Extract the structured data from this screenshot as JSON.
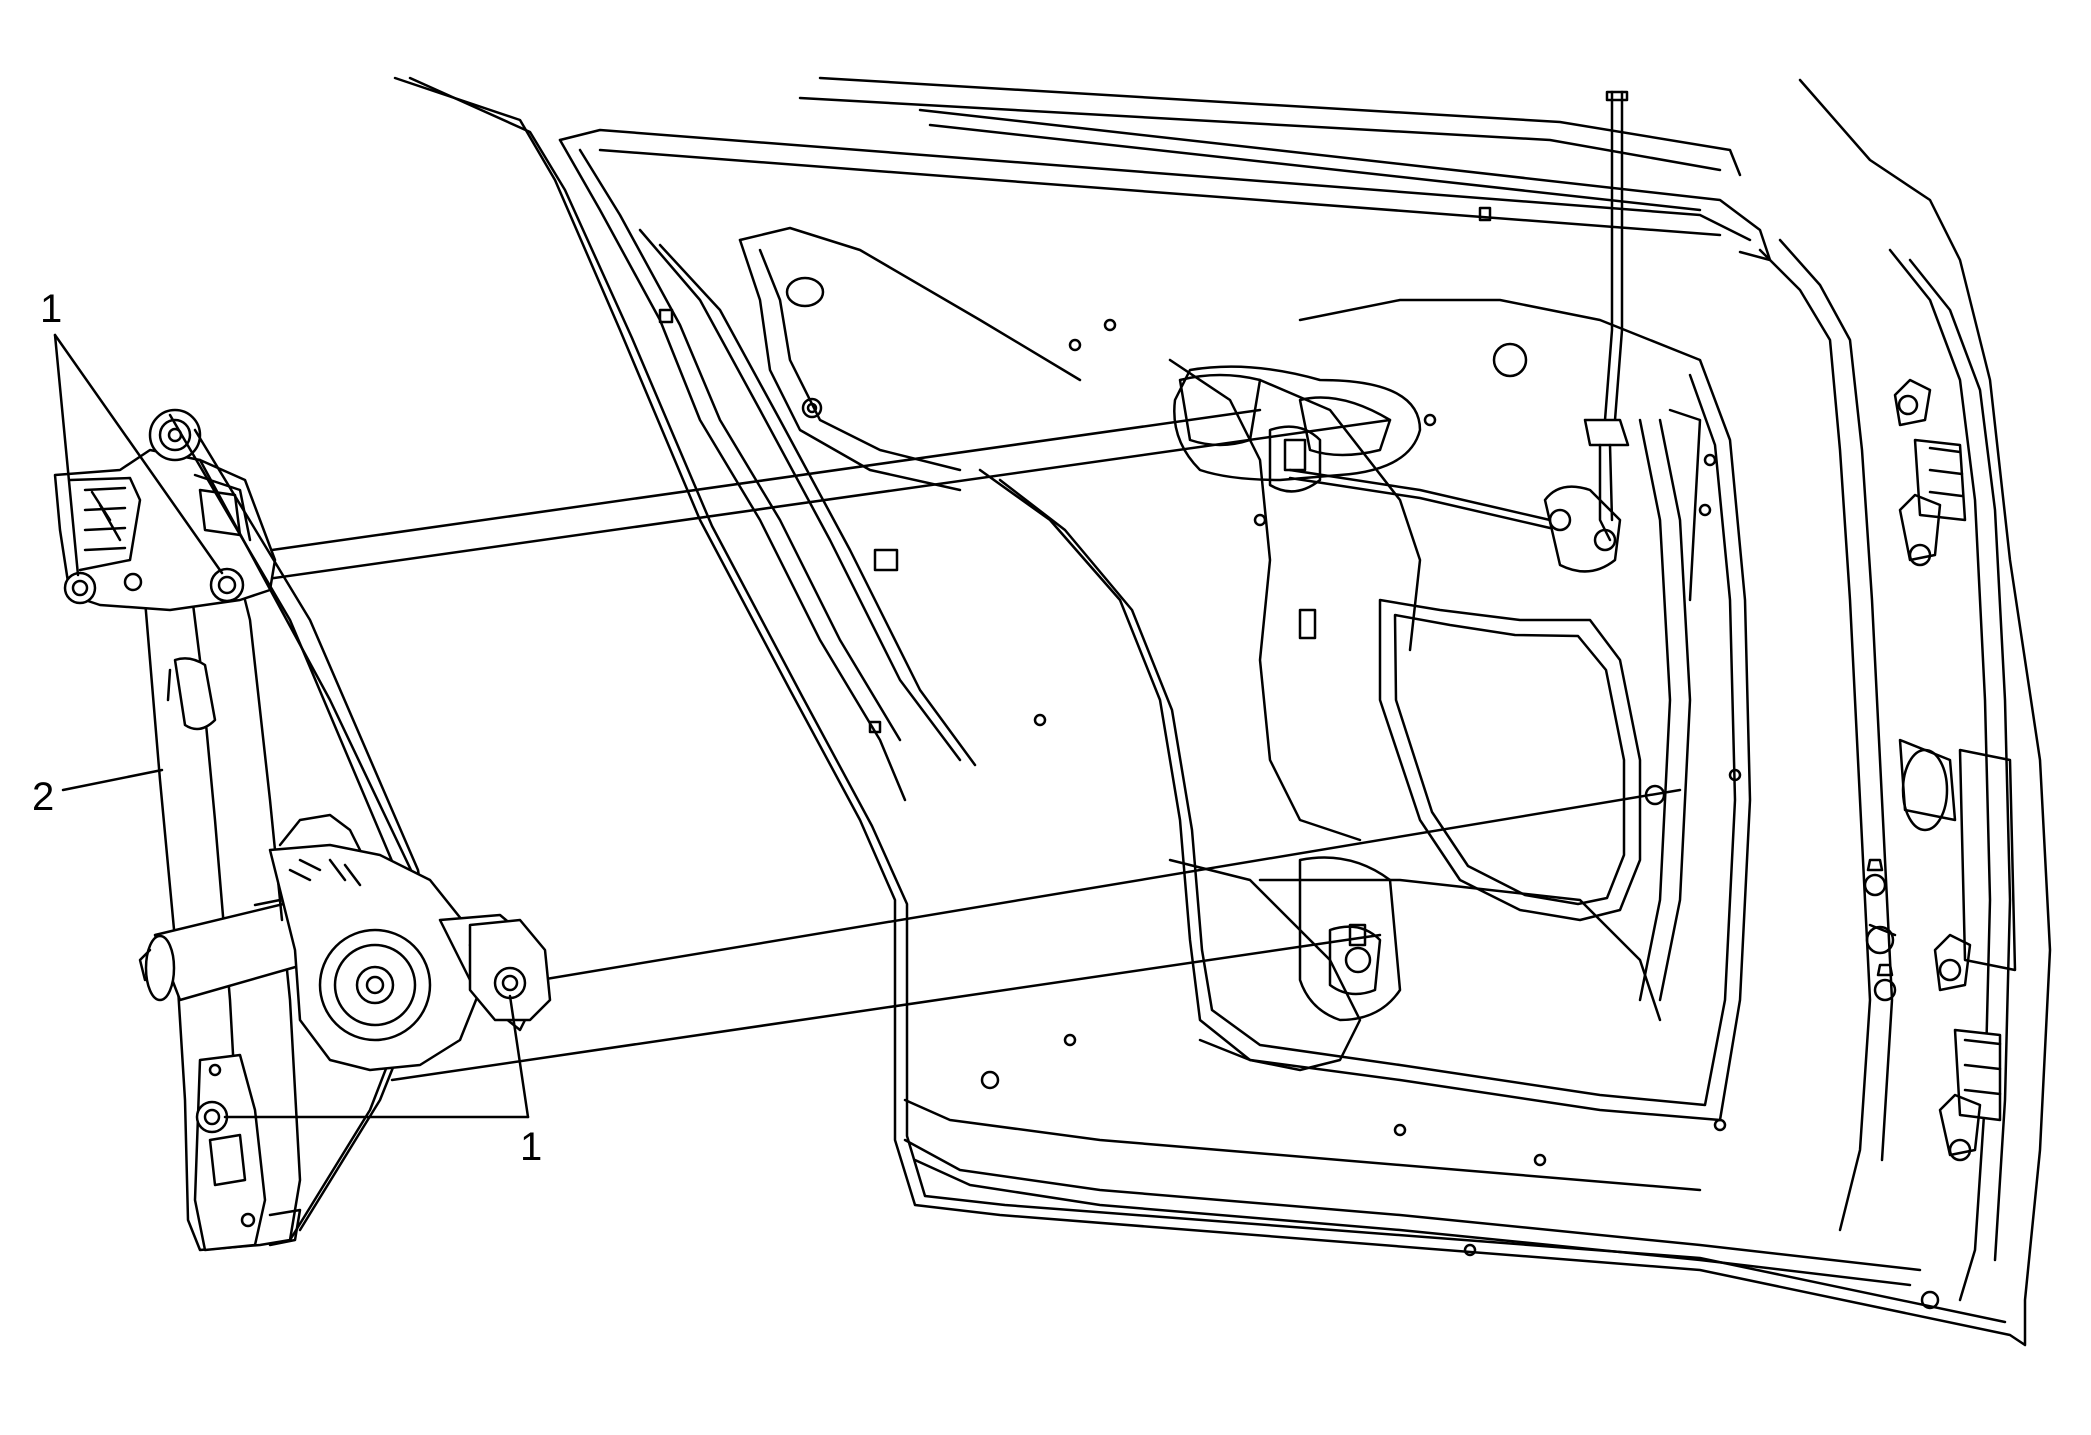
{
  "callouts": {
    "fasteners_top": "1",
    "fasteners_bottom": "1",
    "regulator": "2"
  },
  "colors": {
    "line": "#000000",
    "background": "#ffffff"
  }
}
